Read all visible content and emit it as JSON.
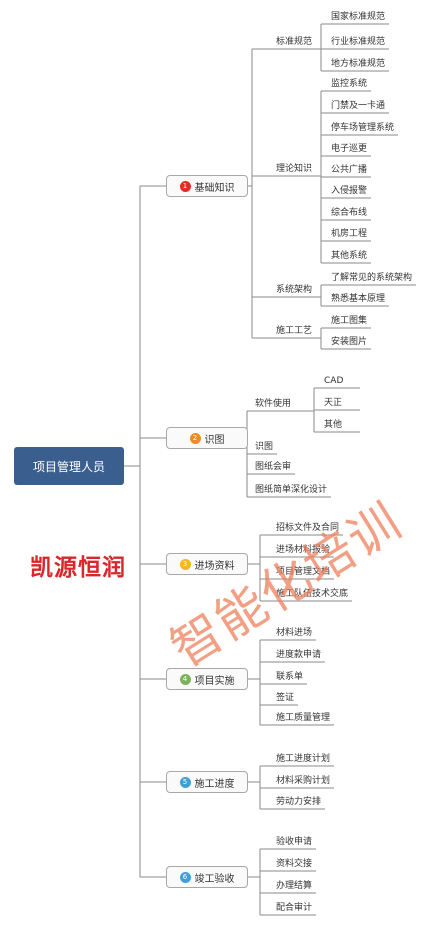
{
  "root": "项目管理人员",
  "colors": {
    "root": "#3a5f8f",
    "n1": "#e02e24",
    "n2": "#f08a24",
    "n3": "#f5b620",
    "n4": "#7bb35c",
    "n5": "#3fa0d6",
    "n6": "#3fa0d6"
  },
  "branches": [
    {
      "num": "1",
      "label": "基础知识",
      "groups": [
        {
          "label": "标准规范",
          "items": [
            "国家标准规范",
            "行业标准规范",
            "地方标准规范"
          ]
        },
        {
          "label": "理论知识",
          "items": [
            "监控系统",
            "门禁及一卡通",
            "停车场管理系统",
            "电子巡更",
            "公共广播",
            "入侵报警",
            "综合布线",
            "机房工程",
            "其他系统"
          ]
        },
        {
          "label": "系统架构",
          "items": [
            "了解常见的系统架构",
            "熟悉基本原理"
          ]
        },
        {
          "label": "施工工艺",
          "items": [
            "施工图集",
            "安装图片"
          ]
        }
      ]
    },
    {
      "num": "2",
      "label": "识图",
      "groups": [
        {
          "label": "软件使用",
          "items": [
            "CAD",
            "天正",
            "其他"
          ]
        },
        {
          "label": "识图",
          "items": []
        },
        {
          "label": "图纸会审",
          "items": []
        },
        {
          "label": "图纸简单深化设计",
          "items": []
        }
      ]
    },
    {
      "num": "3",
      "label": "进场资料",
      "items": [
        "招标文件及合同",
        "进场材料报验",
        "项目管理文档",
        "施工队伍技术交底"
      ]
    },
    {
      "num": "4",
      "label": "项目实施",
      "items": [
        "材料进场",
        "进度款申请",
        "联系单",
        "签证",
        "施工质量管理"
      ]
    },
    {
      "num": "5",
      "label": "施工进度",
      "items": [
        "施工进度计划",
        "材料采购计划",
        "劳动力安排"
      ]
    },
    {
      "num": "6",
      "label": "竣工验收",
      "items": [
        "验收申请",
        "资料交接",
        "办理结算",
        "配合审计"
      ]
    }
  ],
  "watermark_red": "凯源恒润",
  "watermark_orange": "智能化培训"
}
